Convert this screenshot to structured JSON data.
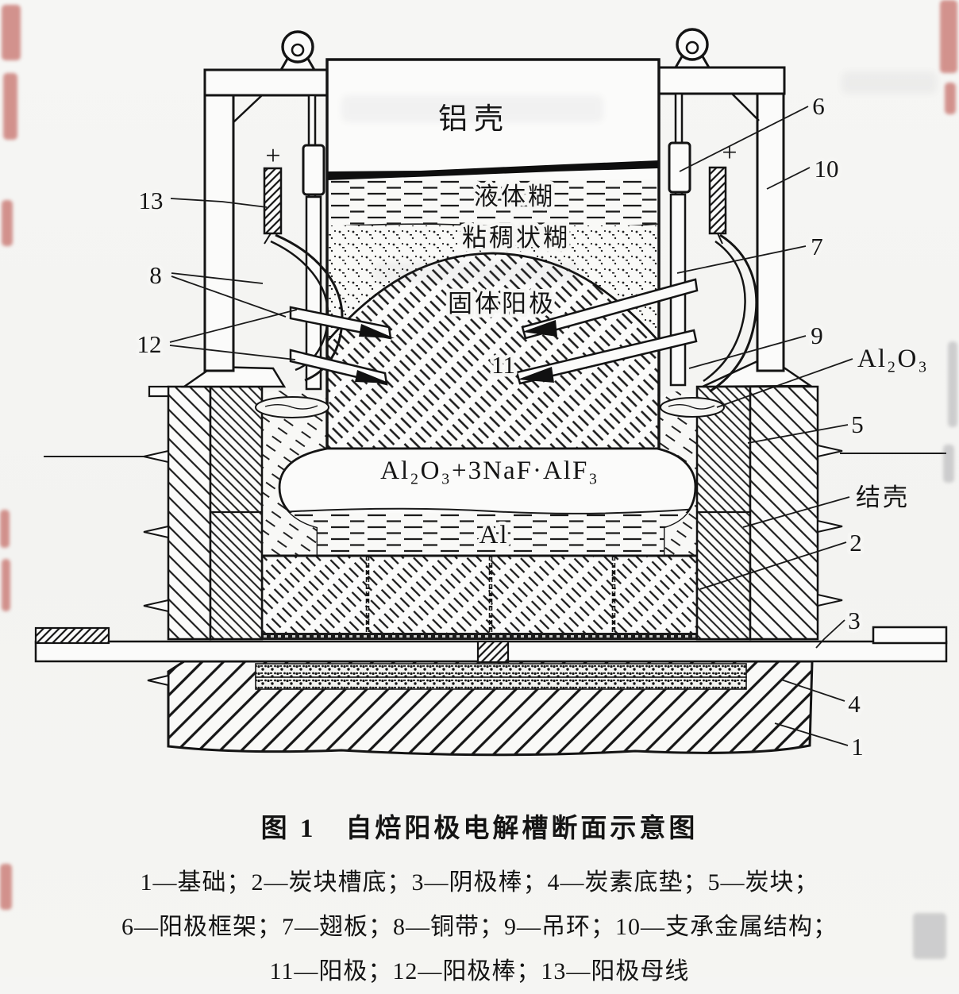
{
  "page": {
    "background": "#f5f5f3",
    "ink": "#171717",
    "red_mark_color": "#b03028"
  },
  "diagram": {
    "region_labels": {
      "aluminum_shell": "铝壳",
      "liquid_paste": "液体糊",
      "viscous_paste": "粘稠状糊",
      "solid_anode": "固体阳极",
      "solid_anode_number": "11",
      "electrolyte_formula": "Al₂O₃+3NaF·AlF₃",
      "molten_aluminum": "Al",
      "alumina_label": "Al₂O₃",
      "crust_label": "结壳"
    },
    "callouts": {
      "c1": "1",
      "c2": "2",
      "c3": "3",
      "c4": "4",
      "c5": "5",
      "c6": "6",
      "c7": "7",
      "c8": "8",
      "c9": "9",
      "c10": "10",
      "c12": "12",
      "c13": "13"
    },
    "polarity_marks": {
      "left": "+",
      "right": "+"
    }
  },
  "caption": {
    "title": "图 1　自焙阳极电解槽断面示意图",
    "legend_lines": [
      "1—基础；2—炭块槽底；3—阴极棒；4—炭素底垫；5—炭块；",
      "6—阳极框架；7—翅板；8—铜带；9—吊环；10—支承金属结构；",
      "11—阳极；12—阳极棒；13—阳极母线"
    ]
  }
}
